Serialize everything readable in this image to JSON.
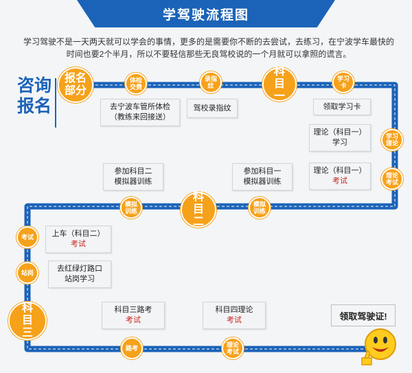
{
  "header": {
    "title": "学驾驶流程图"
  },
  "intro": {
    "line1": "学习驾驶不是一天两天就可以学会的事情，更多的是需要你不断的去尝试，去练习，在宁波学车最快的",
    "line2": "时间也要2个半月，所以不要轻信那些无良驾校说的一个月就可以拿照的谎言。"
  },
  "side_title": {
    "line1": "咨询",
    "line2": "报名"
  },
  "steps": {
    "signup": "报名部分",
    "physical": "体检交费",
    "fingerprint": "录指纹",
    "subject1": "科目一",
    "study_card": "学习卡",
    "theory_study": "学习理论",
    "theory_exam": "理论考试",
    "sim_train_1": "模拟训练",
    "subject2": "科目二",
    "sim_train_2": "模拟训练",
    "exam": "考试",
    "station": "站岗",
    "subject3": "科目三",
    "road_exam": "路考",
    "theory_exam_2": "理论考试"
  },
  "boxes": {
    "physical_box": {
      "line1": "去宁波车管所体检",
      "line2": "（教练来回接送）"
    },
    "fingerprint_box": {
      "line1": "驾校录指纹"
    },
    "card_box": {
      "line1": "领取学习卡"
    },
    "theory1_box": {
      "line1": "理论（科目一）",
      "line2": "学习"
    },
    "theory1_exam_box": {
      "line1": "理论（科目一）",
      "line2": "考试"
    },
    "sim1_box": {
      "line1": "参加科目一",
      "line2": "模拟器训练"
    },
    "sim2_box": {
      "line1": "参加科目二",
      "line2": "模拟器训练"
    },
    "car_box": {
      "line1": "上车（科目二）",
      "line2": "考试"
    },
    "light_box": {
      "line1": "去红绿灯路口",
      "line2": "站岗学习"
    },
    "road_box": {
      "line1": "科目三路考",
      "line2": "考试"
    },
    "theory4_box": {
      "line1": "科目四理论",
      "line2": "考试"
    }
  },
  "final": {
    "label": "领取驾驶证!"
  },
  "colors": {
    "blue": "#1b63b8",
    "orange": "#f6a11a",
    "red": "#c8241b"
  }
}
